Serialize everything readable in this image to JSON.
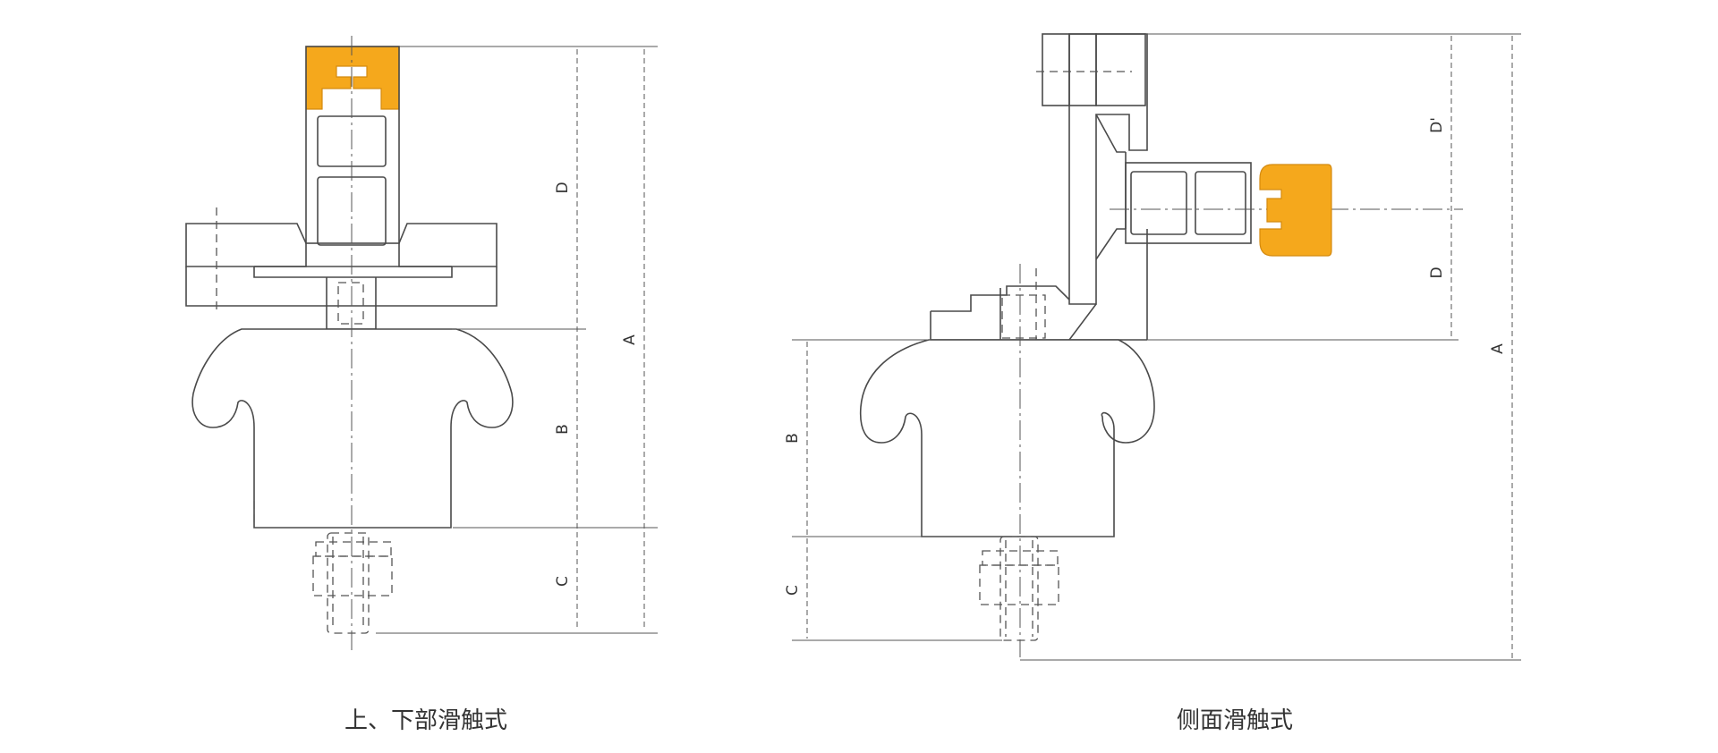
{
  "left_view": {
    "caption": "上、下部滑触式",
    "dims": {
      "a": "A",
      "b": "B",
      "c": "C",
      "d": "D"
    }
  },
  "right_view": {
    "caption": "侧面滑触式",
    "dims": {
      "a": "A",
      "b": "B",
      "c": "C",
      "d": "D",
      "d_prime": "D'"
    }
  },
  "colors": {
    "collector_shoe": "#f5a81c",
    "line": "#4a4a4a"
  }
}
